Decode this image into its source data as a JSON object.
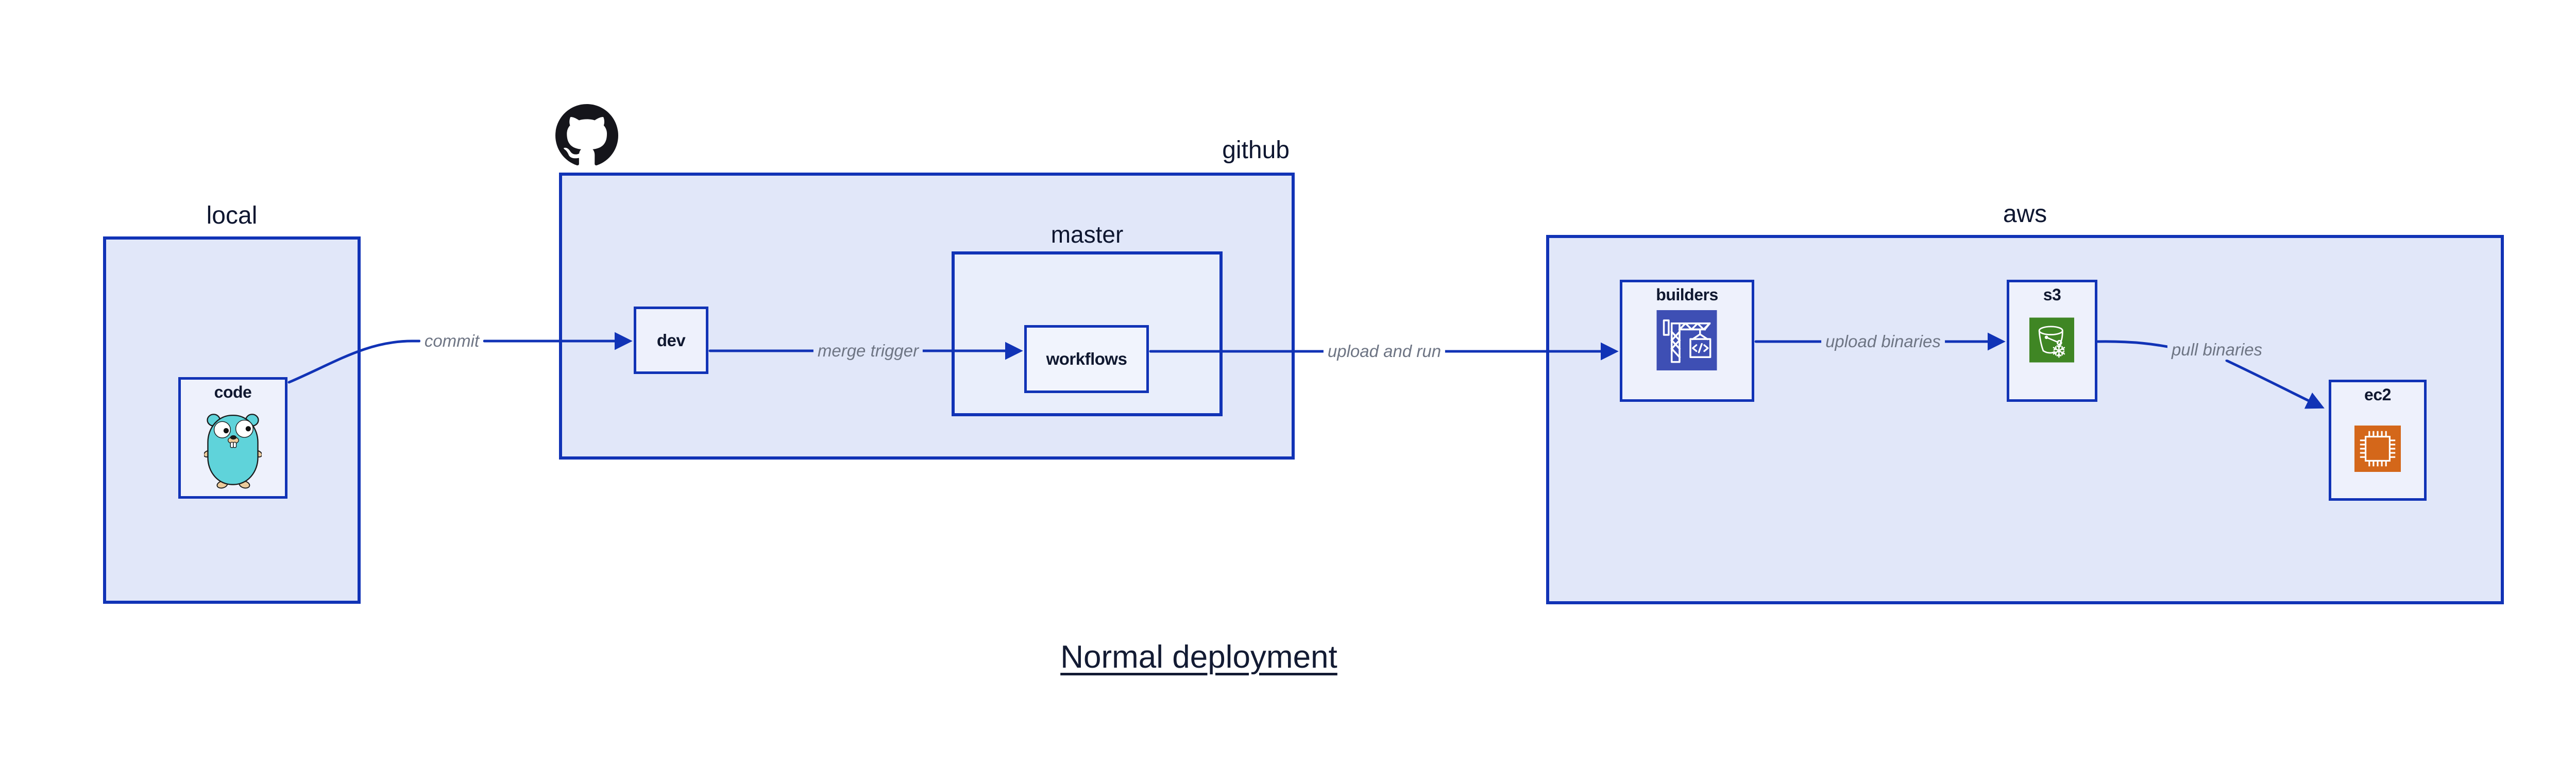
{
  "diagram": {
    "title": "Normal deployment",
    "groups": {
      "local": {
        "label": "local"
      },
      "github": {
        "label": "github",
        "icon": "github-octocat-icon"
      },
      "master": {
        "label": "master"
      },
      "aws": {
        "label": "aws"
      }
    },
    "nodes": {
      "code": {
        "label": "code",
        "icon": "go-gopher-icon"
      },
      "dev": {
        "label": "dev"
      },
      "workflows": {
        "label": "workflows"
      },
      "builders": {
        "label": "builders",
        "icon": "codebuild-crane-icon"
      },
      "s3": {
        "label": "s3",
        "icon": "s3-bucket-snowflake-icon"
      },
      "ec2": {
        "label": "ec2",
        "icon": "ec2-chip-icon"
      }
    },
    "edges": {
      "commit": {
        "label": "commit",
        "from": "code",
        "to": "dev"
      },
      "merge_trigger": {
        "label": "merge trigger",
        "from": "dev",
        "to": "workflows"
      },
      "upload_and_run": {
        "label": "upload and run",
        "from": "workflows",
        "to": "builders"
      },
      "upload_binaries": {
        "label": "upload binaries",
        "from": "builders",
        "to": "s3"
      },
      "pull_binaries": {
        "label": "pull binaries",
        "from": "s3",
        "to": "ec2"
      }
    },
    "colors": {
      "stroke_blue": "#1133b6",
      "group_fill": "#e1e7f9",
      "node_fill": "#eef1fc",
      "label_navy": "#0e1630",
      "edge_label_gray": "#6e7584",
      "gopher_teal": "#5fd3da",
      "codebuild_indigo": "#3e4fb4",
      "glacier_green": "#3f8624",
      "ec2_orange": "#d4671a",
      "octocat_black": "#15151b"
    }
  }
}
